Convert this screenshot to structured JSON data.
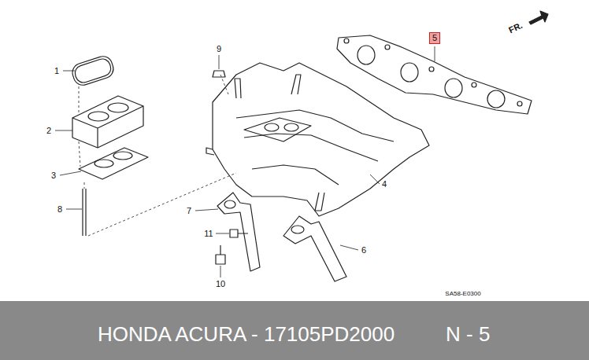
{
  "diagram": {
    "nodes": [
      {
        "text": [
          "5"
        ]
      },
      {
        "text": [
          "HONDA ACURA - 17105PD2000",
          "N - 5"
        ]
      }
    ],
    "labels": [
      "1",
      "2",
      "3",
      "4",
      "6",
      "7",
      "8",
      "9",
      "10",
      "11",
      "FR.",
      "SA58-E0300"
    ]
  }
}
